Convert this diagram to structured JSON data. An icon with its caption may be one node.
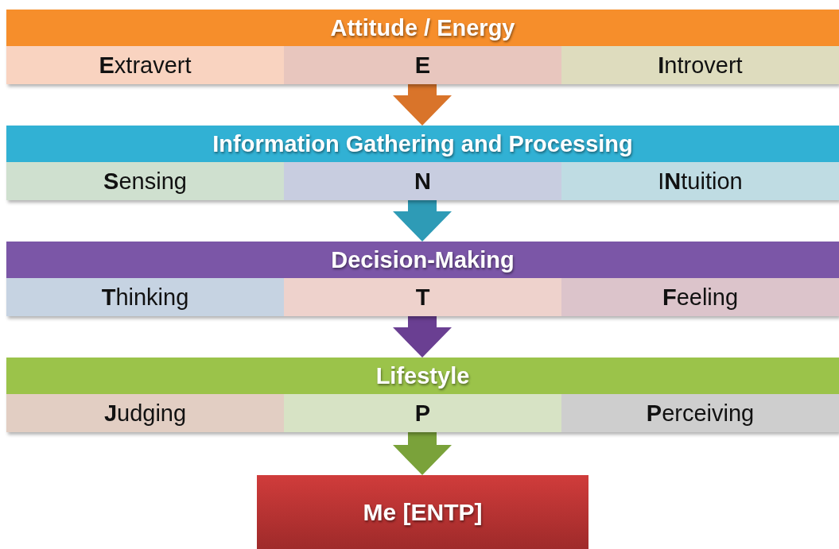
{
  "diagram": {
    "nodes": [
      {
        "text": [
          "Attitude / Energy"
        ]
      },
      {
        "text": [
          "**E**xtravert"
        ],
        "in": 0
      },
      {
        "text": [
          "E"
        ],
        "in": 0
      },
      {
        "text": [
          "**I**ntrovert"
        ],
        "in": 0
      },
      {
        "text": [
          "Information Gathering and Processing"
        ]
      },
      {
        "text": [
          "**S**ensing"
        ],
        "in": 4
      },
      {
        "text": [
          "N"
        ],
        "in": 4
      },
      {
        "text": [
          "I**N**tuition"
        ],
        "in": 4
      },
      {
        "text": [
          "Decision-Making"
        ]
      },
      {
        "text": [
          "**T**hinking"
        ],
        "in": 8
      },
      {
        "text": [
          "T"
        ],
        "in": 8
      },
      {
        "text": [
          "**F**eeling"
        ],
        "in": 8
      },
      {
        "text": [
          "Lifestyle"
        ]
      },
      {
        "text": [
          "**J**udging"
        ],
        "in": 12
      },
      {
        "text": [
          "P"
        ],
        "in": 12
      },
      {
        "text": [
          "**P**erceiving"
        ],
        "in": 12
      },
      {
        "text": [
          "Me [ENTP]"
        ]
      }
    ],
    "edges": [
      {
        "from": 0,
        "to": 4,
        "arrow": "to",
        "color": "#d9742a"
      },
      {
        "from": 4,
        "to": 8,
        "arrow": "to",
        "color": "#2e9bb6"
      },
      {
        "from": 8,
        "to": 12,
        "arrow": "to",
        "color": "#6a3f92"
      },
      {
        "from": 12,
        "to": 16,
        "arrow": "to",
        "color": "#7aa23a"
      }
    ]
  }
}
